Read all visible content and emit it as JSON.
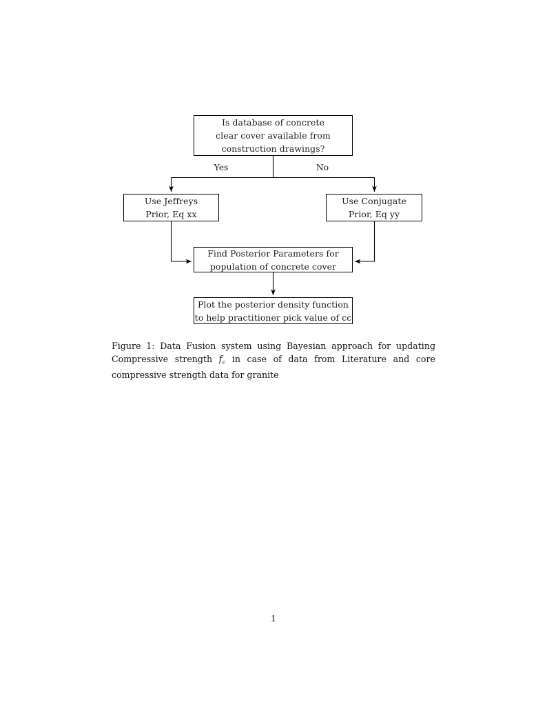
{
  "document": {
    "page_number": "1",
    "ink_color": "#000000",
    "background_color": "#ffffff"
  },
  "figure": {
    "nodes": {
      "decision": {
        "lines": [
          "Is database of concrete",
          "clear cover available from",
          "construction drawings?"
        ]
      },
      "jeffreys": {
        "lines": [
          "Use Jeffreys",
          "Prior, Eq xx"
        ]
      },
      "conjugate": {
        "lines": [
          "Use Conjugate",
          "Prior, Eq yy"
        ]
      },
      "posterior": {
        "lines": [
          "Find Posterior Parameters for",
          "population of concrete cover"
        ]
      },
      "plot": {
        "lines": [
          "Plot the posterior density function",
          "to help practitioner pick value of cc"
        ]
      }
    },
    "edge_labels": {
      "yes": "Yes",
      "no": "No"
    }
  },
  "caption": {
    "label": "Figure 1:",
    "text_before_math": " Data Fusion system using Bayesian approach for updating Compressive strength ",
    "math_base": "f",
    "math_sub": "c",
    "text_after_math": " in case of data from Literature and core compressive strength data for granite"
  }
}
